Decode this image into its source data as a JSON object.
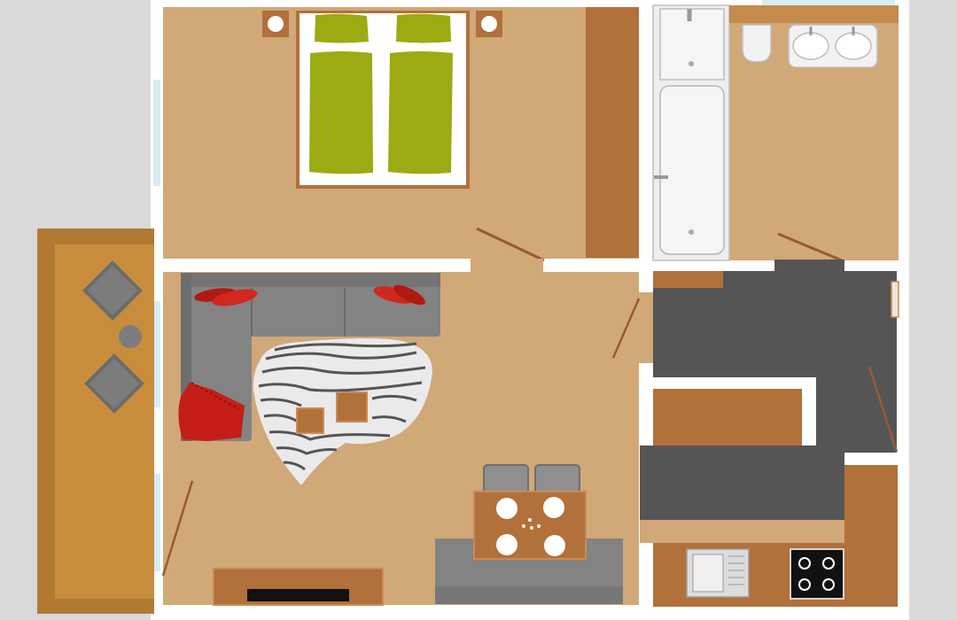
{
  "plan": {
    "colors": {
      "background": "#d9d9d9",
      "wall": "#ffffff",
      "floor": "#d1a878",
      "wood": "#b2703a",
      "balcony": "#c88d3c",
      "balcony_border": "#b07a32",
      "bed_linen": "#9cab12",
      "upholstery": "#838383",
      "dark_floor": "#555555",
      "cushion": "#b01a12",
      "ceramic": "#f2f2f2",
      "diagonal_tile": "#7c7c7c"
    },
    "rooms": [
      "bedroom",
      "bathroom",
      "living-room",
      "hallway",
      "storage",
      "kitchen",
      "balcony"
    ],
    "furniture": [
      "double-bed",
      "wardrobe",
      "bathtub",
      "toilet",
      "double-sink",
      "corner-sofa",
      "zebra-rug",
      "coffee-table",
      "dining-table",
      "tv-stand",
      "kitchen-counter",
      "kitchen-sink",
      "cooktop",
      "balcony-tiles",
      "balcony-stool"
    ]
  }
}
